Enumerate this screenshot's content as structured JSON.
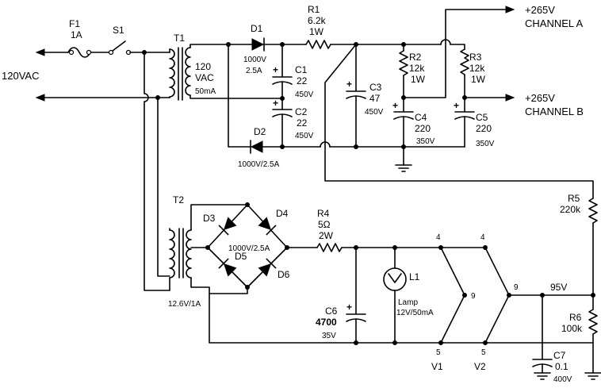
{
  "labels": {
    "input": "120VAC",
    "fuse_name": "F1",
    "fuse_value": "1A",
    "switch_name": "S1",
    "t1_name": "T1",
    "t1_primary_a": "120",
    "t1_primary_b": "VAC",
    "t1_primary_c": "50mA",
    "d1_name": "D1",
    "d1_rating_a": "1000V",
    "d1_rating_b": "2.5A",
    "c1_name": "C1",
    "c1_value": "22",
    "c1_volt": "450V",
    "c2_name": "C2",
    "c2_value": "22",
    "c2_volt": "450V",
    "d2_name": "D2",
    "d2_rating": "1000V/2.5A",
    "r1_name": "R1",
    "r1_value": "6.2k",
    "r1_watt": "1W",
    "c3_name": "C3",
    "c3_value": "47",
    "c3_volt": "450V",
    "r2_name": "R2",
    "r2_value": "12k",
    "r2_watt": "1W",
    "r3_name": "R3",
    "r3_value": "12k",
    "r3_watt": "1W",
    "c4_name": "C4",
    "c4_value": "220",
    "c4_volt": "350V",
    "c5_name": "C5",
    "c5_value": "220",
    "c5_volt": "350V",
    "out_a_v": "+265V",
    "out_a_ch": "CHANNEL A",
    "out_b_v": "+265V",
    "out_b_ch": "CHANNEL B",
    "t2_name": "T2",
    "t2_secondary": "12.6V/1A",
    "d3_name": "D3",
    "d4_name": "D4",
    "d5_name": "D5",
    "d6_name": "D6",
    "bridge_rating": "1000V/2.5A",
    "r4_name": "R4",
    "r4_value": "5Ω",
    "r4_watt": "2W",
    "c6_name": "C6",
    "c6_value": "4700",
    "c6_volt": "35V",
    "l1_name": "L1",
    "lamp_a": "Lamp",
    "lamp_b": "12V/50mA",
    "pin4_v1": "4",
    "pin4_v2": "4",
    "pin9_v1": "9",
    "pin9_v2": "9",
    "pin5_v1": "5",
    "pin5_v2": "5",
    "v1_name": "V1",
    "v2_name": "V2",
    "node_95v": "95V",
    "r5_name": "R5",
    "r5_value": "220k",
    "r6_name": "R6",
    "r6_value": "100k",
    "c7_name": "C7",
    "c7_value": "0.1",
    "c7_volt": "400V"
  }
}
